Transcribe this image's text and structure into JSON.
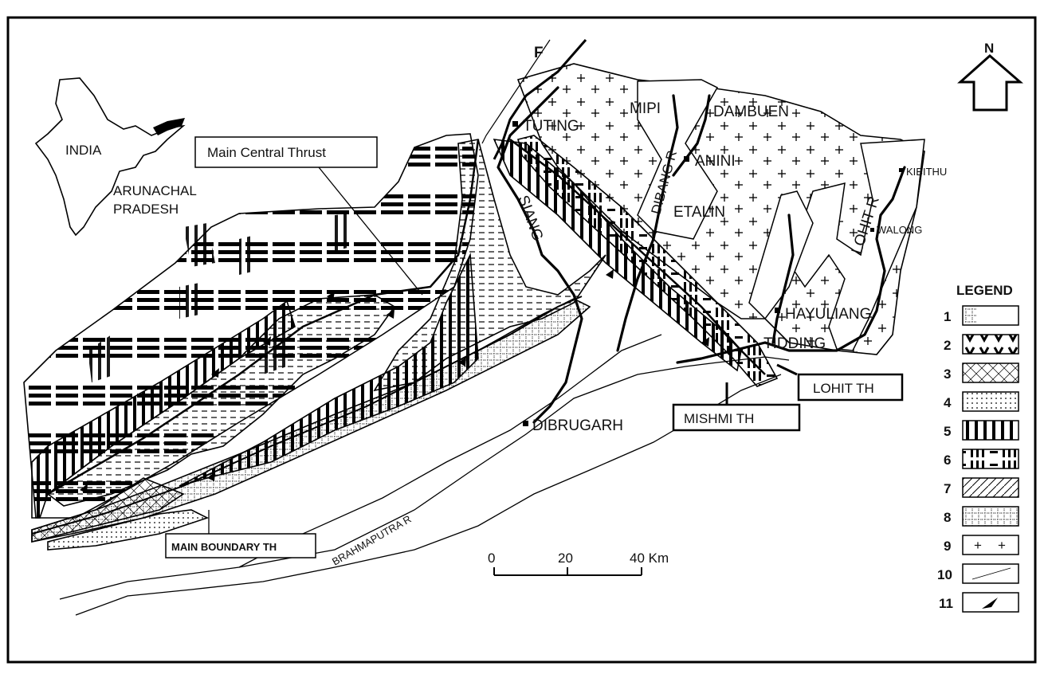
{
  "north_arrow": {
    "label": "N"
  },
  "inset": {
    "country_label": "INDIA",
    "state_label_line1": "ARUNACHAL",
    "state_label_line2": "PRADESH"
  },
  "thrust_labels": {
    "main_central": "Main Central Thrust",
    "main_boundary": "MAIN BOUNDARY TH",
    "mishmi": "MISHMI TH",
    "lohit": "LOHIT TH"
  },
  "fault_label": "F",
  "rivers": {
    "siang": "SIANG",
    "dibang": "DIBANG R",
    "lohit": "LOHIT R",
    "brahmaputra": "BRAHMAPUTRA R"
  },
  "places": {
    "tuting": "TUTING",
    "mipi": "MIPI",
    "dambuen": "DAMBUEN",
    "anini": "ANINI",
    "etalin": "ETALIN",
    "kibithu": "KIBITHU",
    "walong": "WALONG",
    "hayuliang": "HAYULIANG",
    "tidding": "TIDDING",
    "dibrugarh": "DIBRUGARH"
  },
  "scale_bar": {
    "ticks": [
      "0",
      "20",
      "40 Km"
    ]
  },
  "legend": {
    "title": "LEGEND",
    "items": [
      "1",
      "2",
      "3",
      "4",
      "5",
      "6",
      "7",
      "8",
      "9",
      "10",
      "11"
    ]
  }
}
